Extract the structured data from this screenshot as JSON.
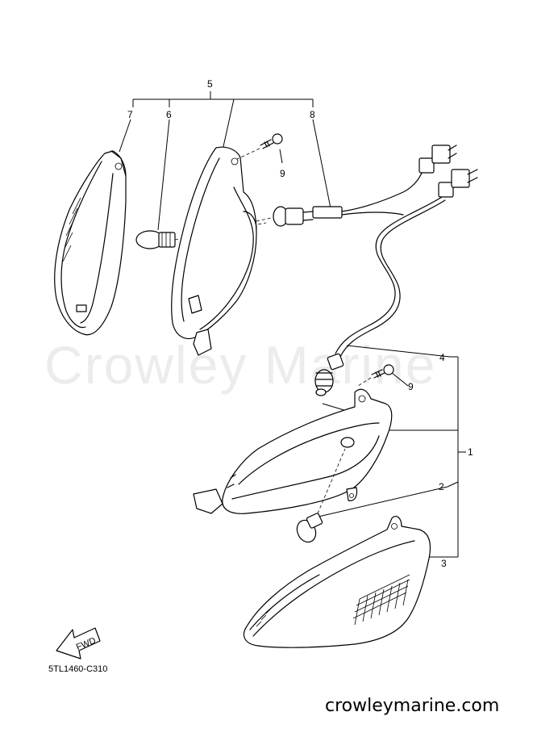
{
  "watermark": "Crowley Marine",
  "diagram_code": "5TL1460-C310",
  "site_url": "crowleymarine.com",
  "fwd_label": "FWD",
  "callouts": {
    "c1": "1",
    "c2": "2",
    "c3": "3",
    "c4": "4",
    "c5": "5",
    "c6": "6",
    "c7": "7",
    "c8": "8",
    "c9a": "9",
    "c9b": "9"
  }
}
